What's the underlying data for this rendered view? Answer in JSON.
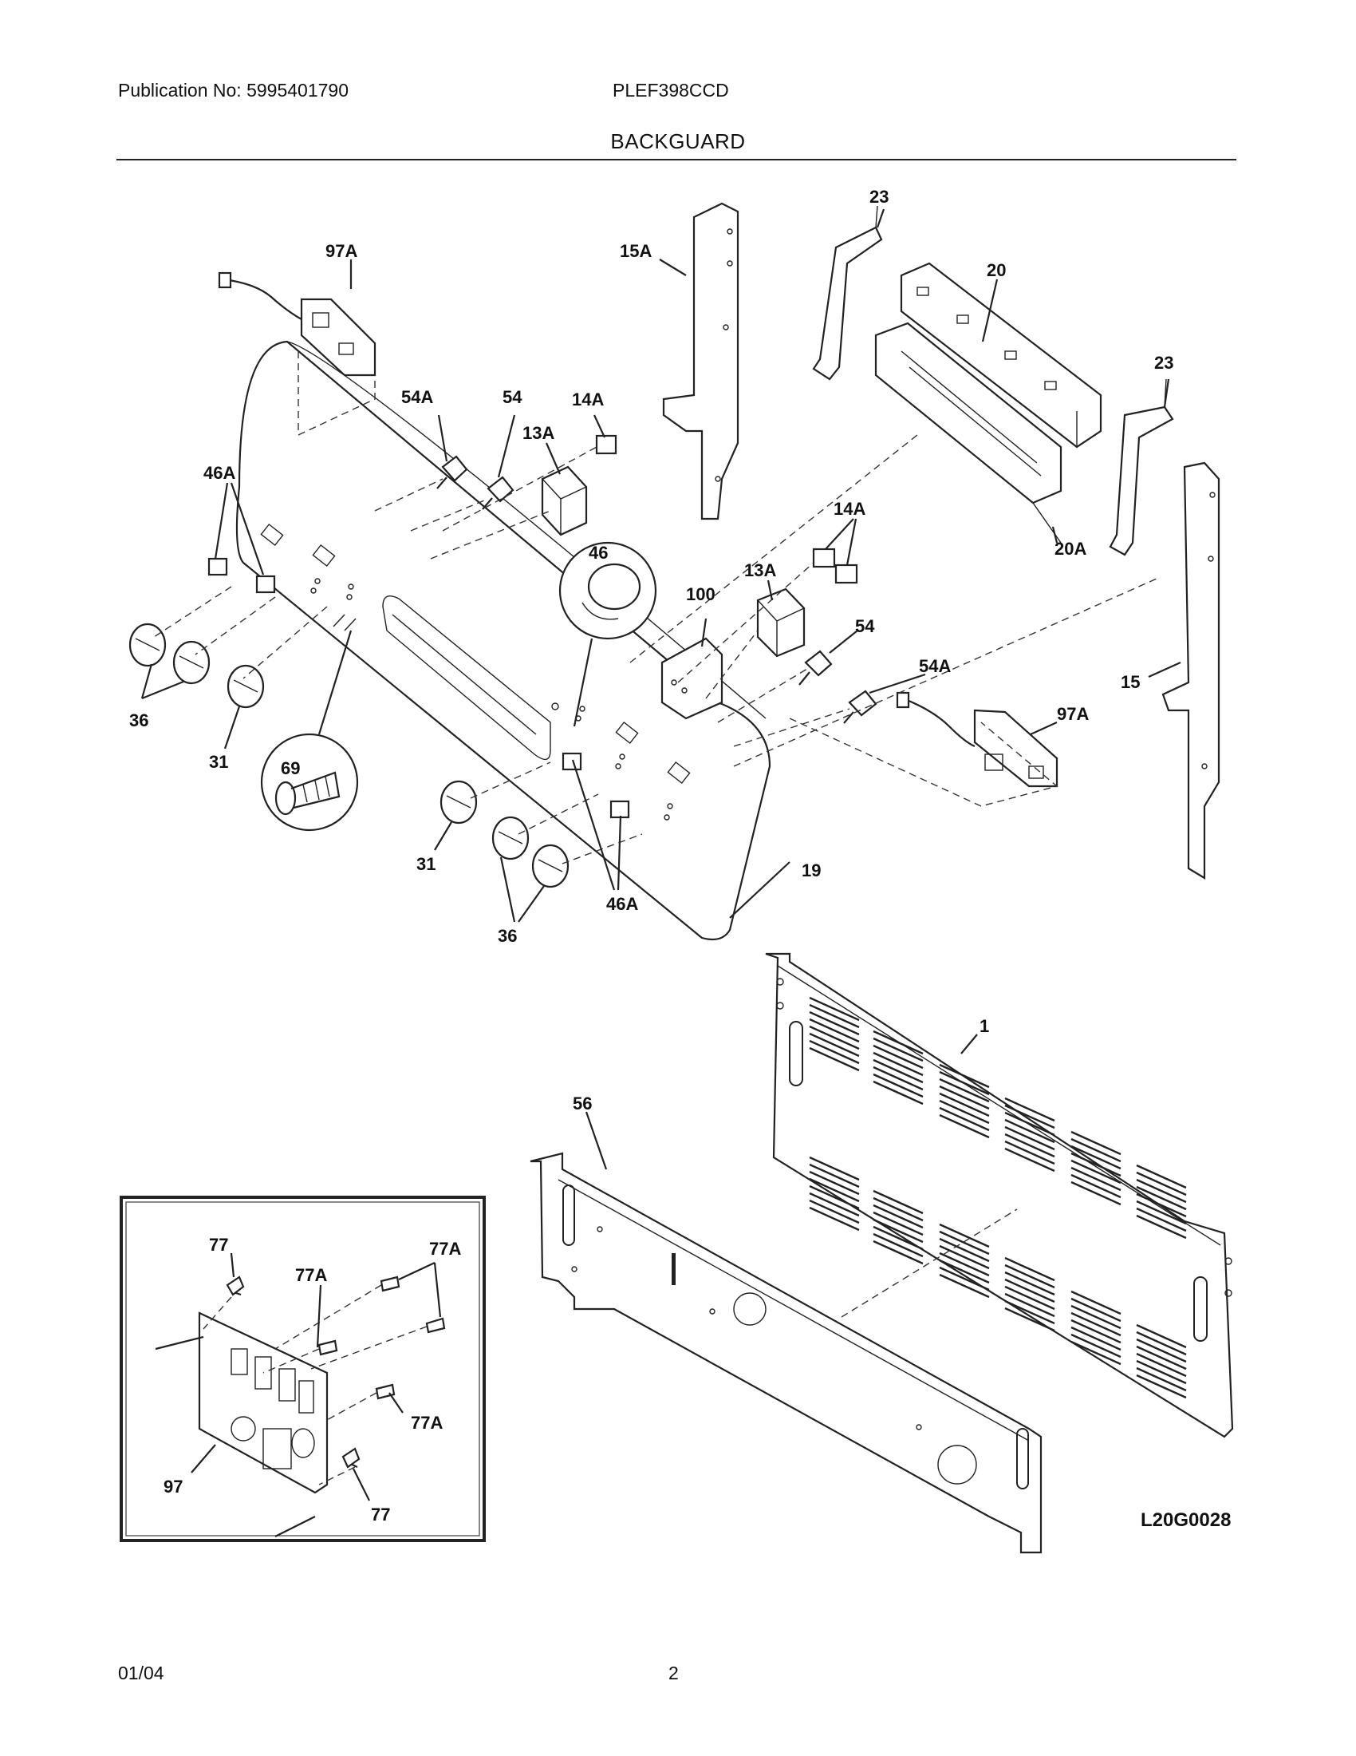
{
  "header": {
    "publication": "Publication No: 5995401790",
    "model": "PLEF398CCD",
    "section_title": "BACKGUARD"
  },
  "footer": {
    "date": "01/04",
    "page_number": "2"
  },
  "diagram": {
    "drawing_code": "L20G0028",
    "part_labels": [
      "97A",
      "15A",
      "23",
      "20",
      "23",
      "54A",
      "54",
      "14A",
      "13A",
      "46A",
      "46",
      "14A",
      "100",
      "13A",
      "54",
      "20A",
      "15",
      "54A",
      "97A",
      "36",
      "31",
      "69",
      "31",
      "36",
      "46A",
      "19",
      "1",
      "56",
      "77",
      "77A",
      "77A",
      "77A",
      "97",
      "77"
    ]
  }
}
